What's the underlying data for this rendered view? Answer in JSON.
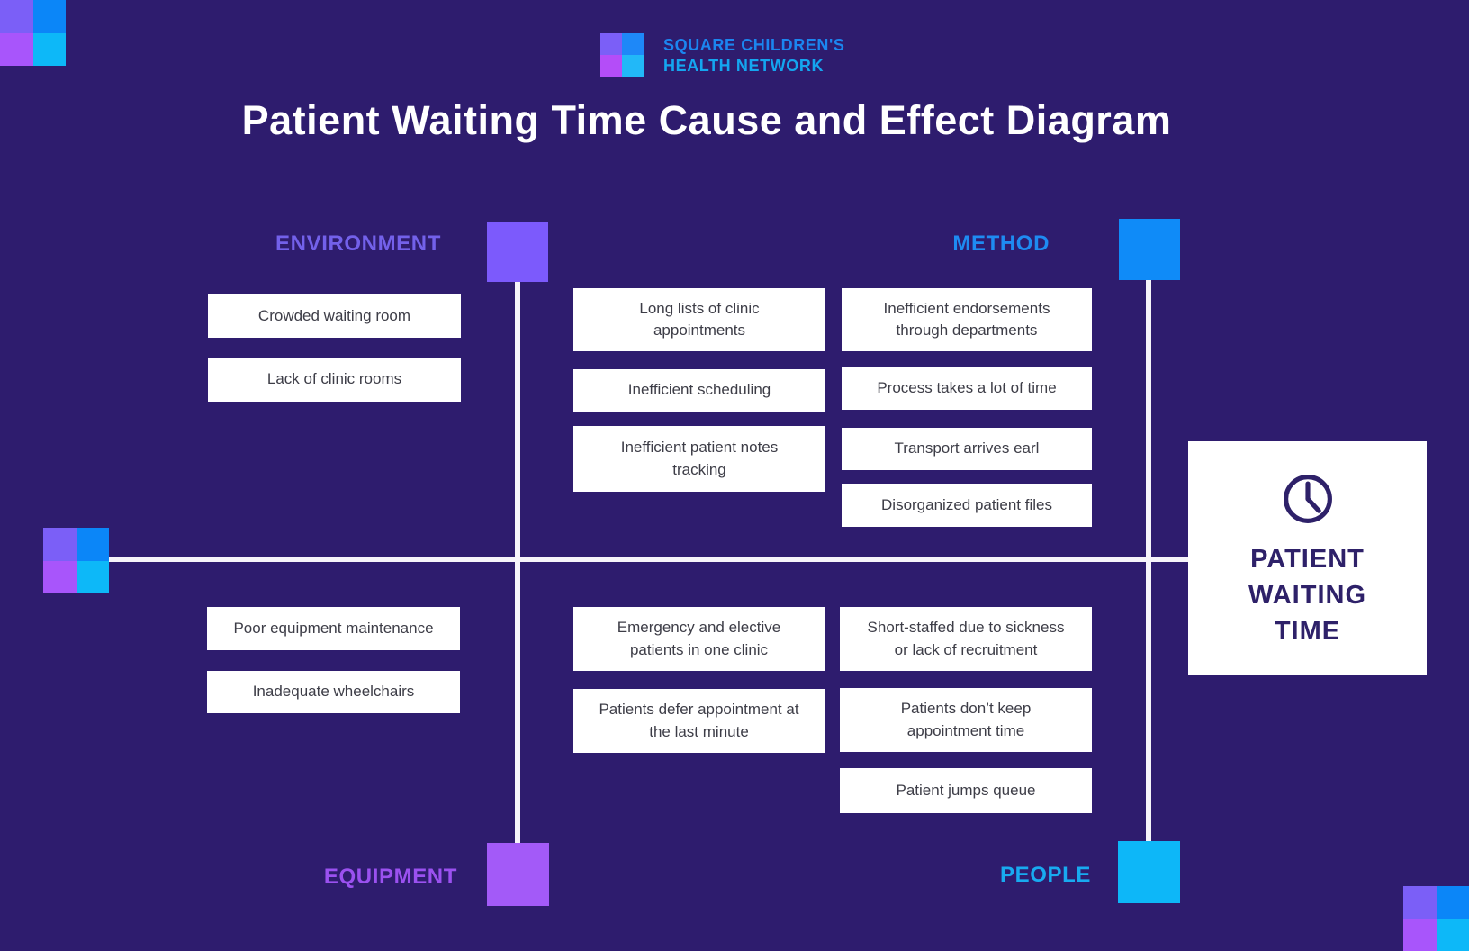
{
  "brand": {
    "line1": "SQUARE CHILDREN'S",
    "line2": "HEALTH NETWORK"
  },
  "title": "Patient Waiting Time Cause and Effect Diagram",
  "categories": {
    "environment": {
      "label": "ENVIRONMENT"
    },
    "method": {
      "label": "METHOD"
    },
    "equipment": {
      "label": "EQUIPMENT"
    },
    "people": {
      "label": "PEOPLE"
    }
  },
  "causes": {
    "environment": [
      "Crowded waiting room",
      "Lack of clinic rooms"
    ],
    "method_mid": [
      "Long lists of clinic appointments",
      "Inefficient scheduling",
      "Inefficient patient notes tracking"
    ],
    "method_right": [
      "Inefficient endorsements through departments",
      "Process takes a lot of time",
      "Transport arrives earl",
      "Disorganized patient files"
    ],
    "equipment": [
      "Poor equipment maintenance",
      "Inadequate wheelchairs"
    ],
    "people_mid": [
      "Emergency and elective patients in one clinic",
      "Patients defer appointment at the last minute"
    ],
    "people_right": [
      "Short-staffed due to sickness or lack of recruitment",
      "Patients don’t keep appointment time",
      "Patient jumps queue"
    ]
  },
  "effect": {
    "icon": "clock-icon",
    "line1": "PATIENT",
    "line2": "WAITING",
    "line3": "TIME"
  },
  "colors": {
    "background": "#2e1c6e",
    "environment_label": "#7361ea",
    "method_label": "#1e8bf2",
    "equipment_label": "#9b51f0",
    "people_label": "#18aaf0",
    "environment_square": "#7c5afc",
    "method_square": "#0f8bf8",
    "equipment_square": "#a35af8",
    "people_square": "#0db7f8",
    "brand_blue": "#1b86f0",
    "brand_cyan": "#14a6f0",
    "effect_text": "#2e2169",
    "deco_purple": "#7b5ff7",
    "deco_blue": "#0b86f8",
    "deco_violet": "#a855fb",
    "deco_cyan": "#0db8f8"
  }
}
